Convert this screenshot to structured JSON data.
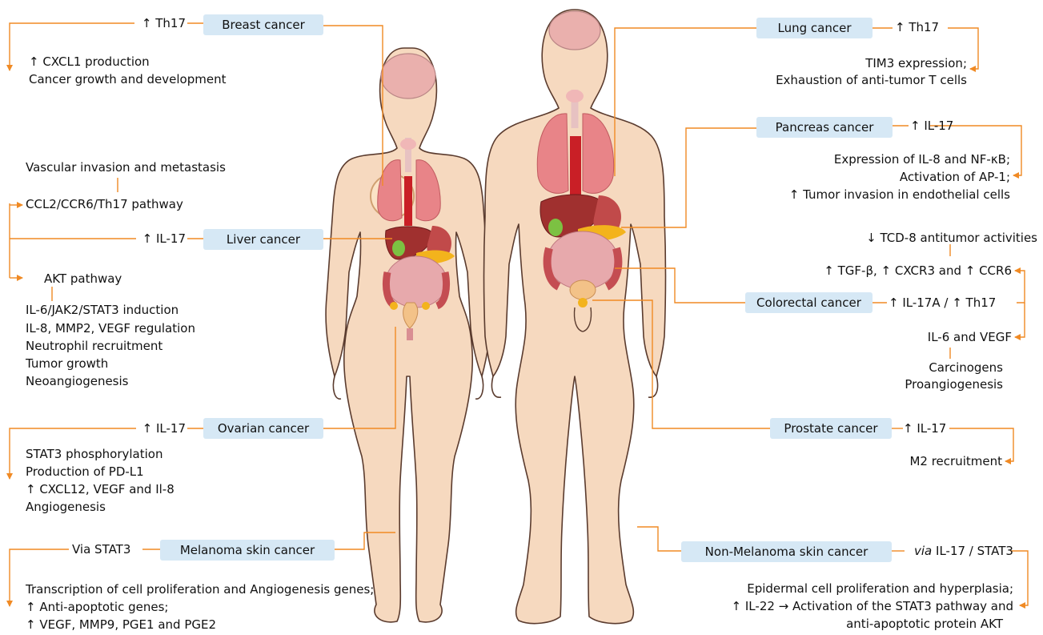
{
  "colors": {
    "connector": "#f08a24",
    "label_bg": "#d6e8f5",
    "skin": "#f6d9bf",
    "skin_stroke": "#5a3b2e"
  },
  "figures": {
    "female": "female-body",
    "male": "male-body"
  },
  "cancers": {
    "breast": {
      "label": "Breast cancer",
      "effect": "↑ Th17",
      "outcome_1": "↑ CXCL1 production",
      "outcome_2": "Cancer growth and development"
    },
    "liver": {
      "label": "Liver cancer",
      "effect": "↑ IL-17",
      "top": "Vascular invasion and metastasis",
      "pathway_1": "CCL2/CCR6/Th17 pathway",
      "pathway_2": "AKT pathway",
      "outcomes": [
        "IL-6/JAK2/STAT3 induction",
        "IL-8, MMP2, VEGF regulation",
        "Neutrophil recruitment",
        "Tumor growth",
        "Neoangiogenesis"
      ]
    },
    "ovarian": {
      "label": "Ovarian cancer",
      "effect": "↑ IL-17",
      "outcomes": [
        "STAT3 phosphorylation",
        "Production of PD-L1",
        "↑ CXCL12, VEGF and Il-8",
        "Angiogenesis"
      ]
    },
    "melanoma": {
      "label": "Melanoma skin cancer",
      "effect": "Via STAT3",
      "outcomes": [
        "Transcription of cell proliferation and Angiogenesis genes;",
        "↑ Anti-apoptotic genes;",
        "↑ VEGF, MMP9, PGE1 and PGE2"
      ]
    },
    "lung": {
      "label": "Lung cancer",
      "effect": "↑ Th17",
      "outcome_1": "TIM3 expression;",
      "outcome_2": "Exhaustion of anti-tumor T cells"
    },
    "pancreas": {
      "label": "Pancreas cancer",
      "effect": "↑ IL-17",
      "outcomes": [
        "Expression of IL-8 and NF-κB;",
        "Activation of AP-1;",
        "↑ Tumor invasion in endothelial cells"
      ]
    },
    "colorectal": {
      "label": "Colorectal cancer",
      "effect": "↑ IL-17A / ↑ Th17",
      "top": "↓ TCD-8 antitumor activities",
      "upper": "↑ TGF-β, ↑ CXCR3 and ↑ CCR6",
      "lower": "IL-6 and VEGF",
      "bottom_1": "Carcinogens",
      "bottom_2": "Proangiogenesis"
    },
    "prostate": {
      "label": "Prostate cancer",
      "effect": "↑ IL-17",
      "outcome": "M2 recruitment"
    },
    "nonmelanoma": {
      "label": "Non-Melanoma skin cancer",
      "effect_italic": "via",
      "effect_rest": " IL-17 / STAT3",
      "outcomes": [
        "Epidermal cell proliferation and hyperplasia;",
        "↑ IL-22 → Activation of the STAT3 pathway and",
        "anti-apoptotic protein AKT"
      ]
    }
  }
}
